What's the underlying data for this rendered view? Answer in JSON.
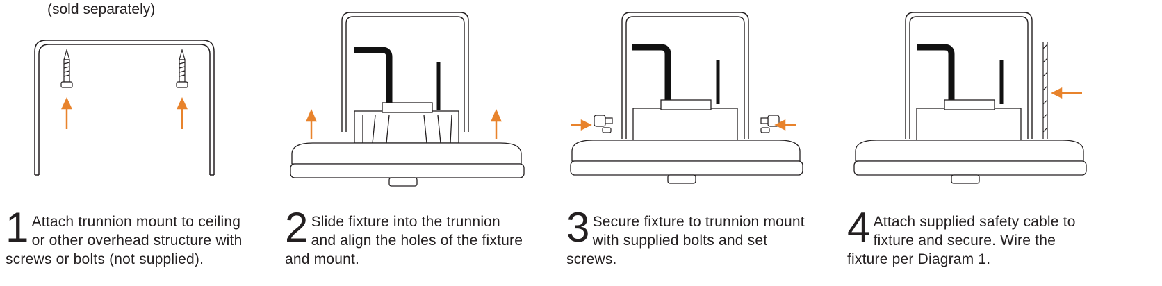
{
  "header": {
    "note": "(sold separately)"
  },
  "colors": {
    "arrow": "#e8832c",
    "line": "#231f20",
    "cable": "#111111"
  },
  "steps": [
    {
      "number": "1",
      "text": "Attach trunnion mount to ceiling or other overhead structure with screws or bolts (not supplied)."
    },
    {
      "number": "2",
      "text": "Slide fixture into the trunnion and align the holes of the fixture and mount."
    },
    {
      "number": "3",
      "text": "Secure fixture to trunnion mount with supplied bolts and set screws."
    },
    {
      "number": "4",
      "text": "Attach supplied safety cable to fixture and secure. Wire the fixture per Diagram 1."
    }
  ]
}
